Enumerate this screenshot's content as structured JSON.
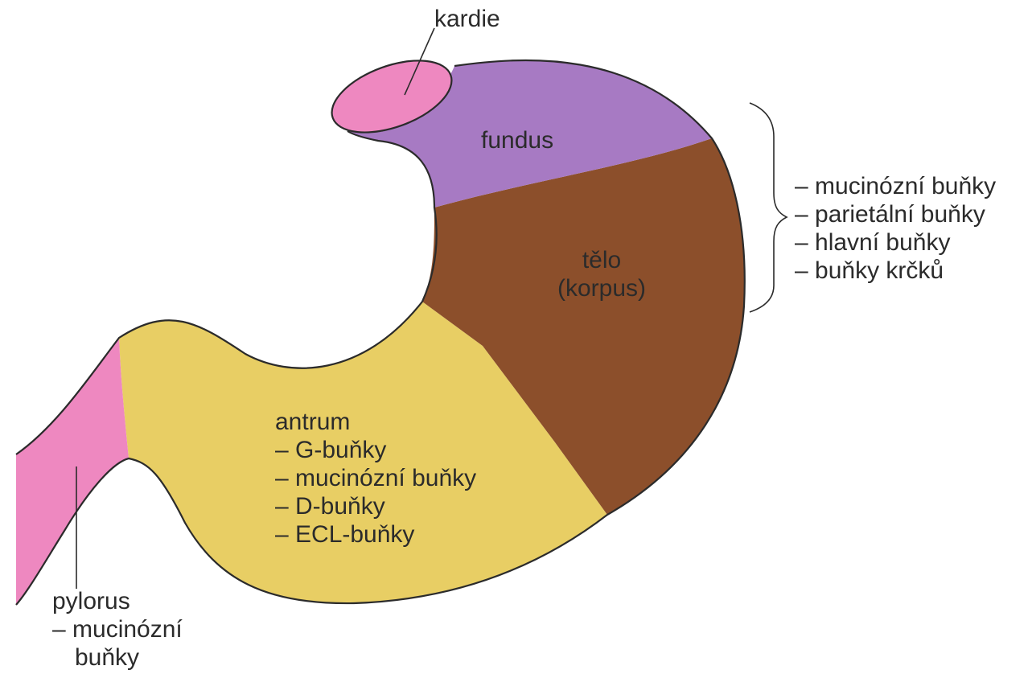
{
  "regions": {
    "kardie": {
      "label": "kardie",
      "color": "#ee88c0"
    },
    "fundus": {
      "label": "fundus",
      "color": "#a77ac3"
    },
    "telo": {
      "label_line1": "tělo",
      "label_line2": "(korpus)",
      "color": "#8c4f2b"
    },
    "antrum": {
      "label": "antrum",
      "cells": [
        "– G-buňky",
        "– mucinózní buňky",
        "– D-buňky",
        "– ECL-buňky"
      ],
      "color": "#e8ce64"
    },
    "pylorus": {
      "label": "pylorus",
      "cells_line1": "– mucinózní",
      "cells_line2": "buňky",
      "color": "#ee88c0"
    }
  },
  "fundus_body_cells": [
    "– mucinózní buňky",
    "– parietální buňky",
    "– hlavní buňky",
    "– buňky krčků"
  ],
  "outline_color": "#2b2b2b"
}
